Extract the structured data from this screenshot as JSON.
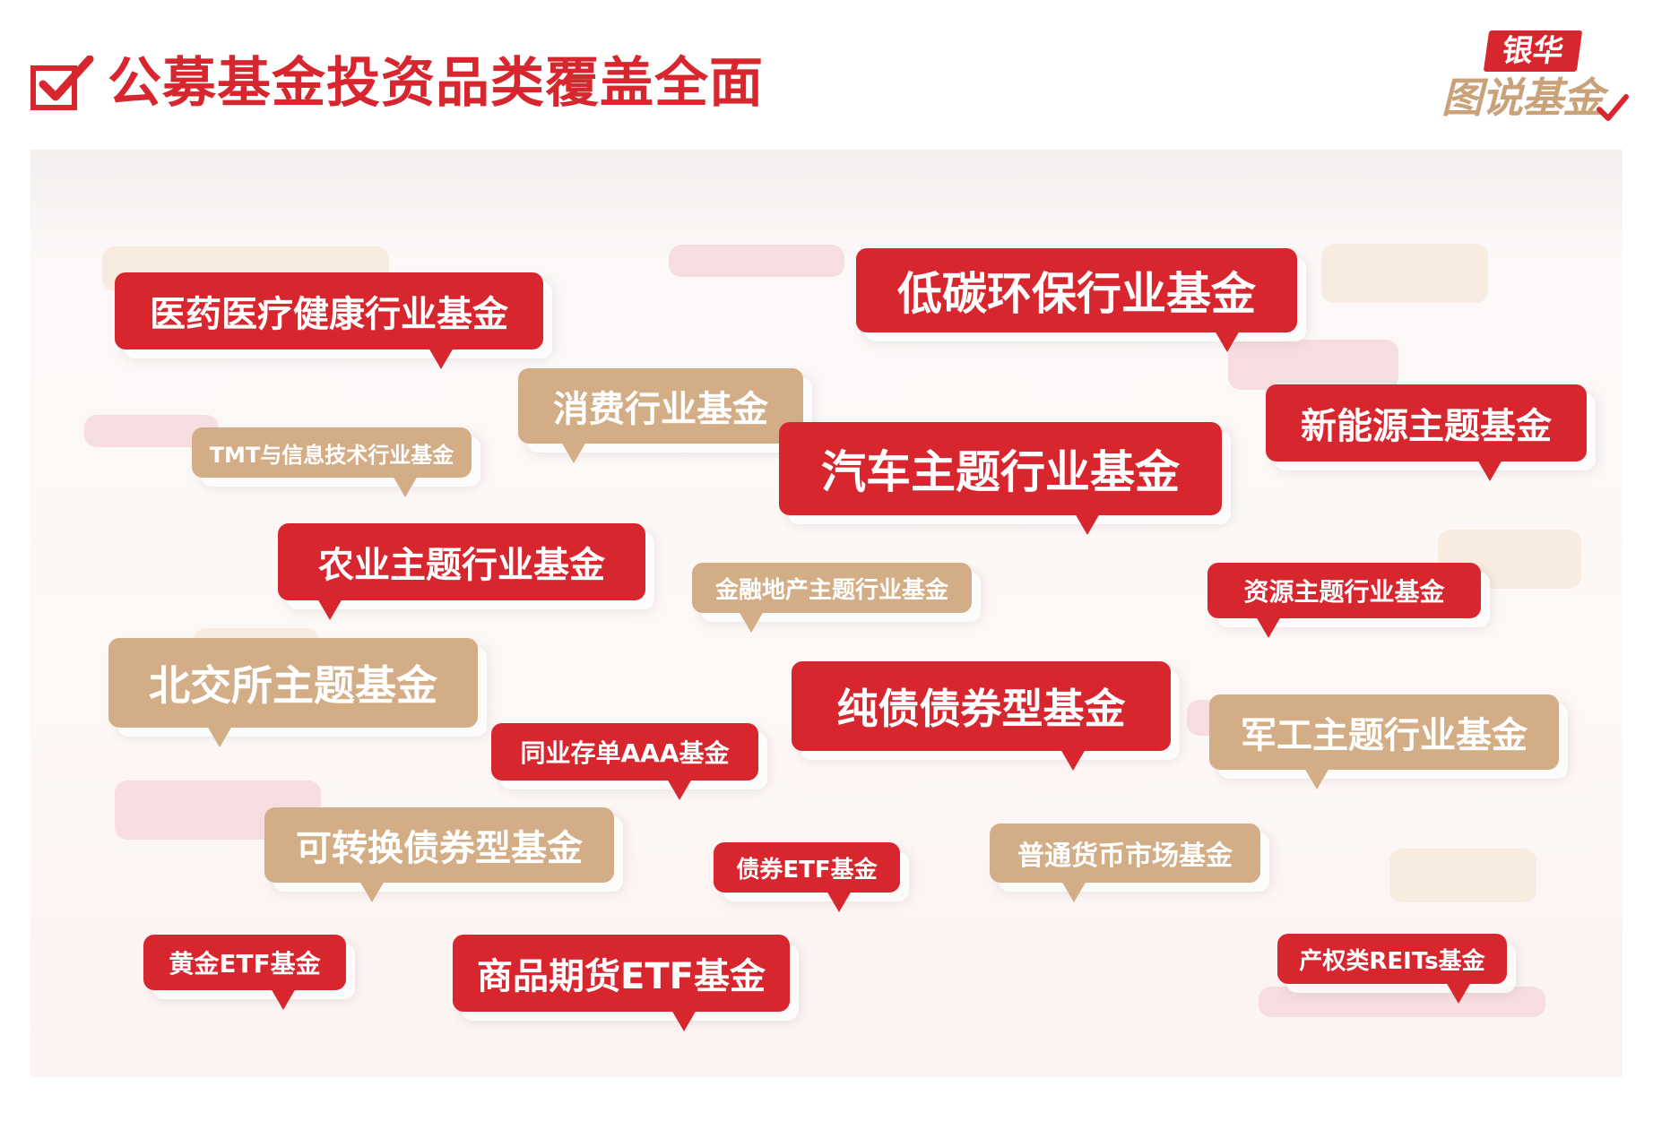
{
  "header": {
    "title": "公募基金投资品类覆盖全面",
    "logo_badge": "银华",
    "logo_text": "图说基金"
  },
  "colors": {
    "accent_red": "#d7262e",
    "tan": "#d3ad86",
    "logo_gold": "#c9a27a",
    "panel_background": "#fdf7f6"
  },
  "fund_categories": [
    {
      "label": "医药医疗健康行业基金",
      "style": "red"
    },
    {
      "label": "低碳环保行业基金",
      "style": "red"
    },
    {
      "label": "消费行业基金",
      "style": "tan"
    },
    {
      "label": "TMT与信息技术行业基金",
      "style": "tan"
    },
    {
      "label": "新能源主题基金",
      "style": "red"
    },
    {
      "label": "汽车主题行业基金",
      "style": "red"
    },
    {
      "label": "农业主题行业基金",
      "style": "red"
    },
    {
      "label": "金融地产主题行业基金",
      "style": "tan"
    },
    {
      "label": "资源主题行业基金",
      "style": "red"
    },
    {
      "label": "北交所主题基金",
      "style": "tan"
    },
    {
      "label": "纯债债券型基金",
      "style": "red"
    },
    {
      "label": "同业存单AAA基金",
      "style": "red"
    },
    {
      "label": "军工主题行业基金",
      "style": "tan"
    },
    {
      "label": "可转换债券型基金",
      "style": "tan"
    },
    {
      "label": "债券ETF基金",
      "style": "red"
    },
    {
      "label": "普通货币市场基金",
      "style": "tan"
    },
    {
      "label": "黄金ETF基金",
      "style": "red"
    },
    {
      "label": "商品期货ETF基金",
      "style": "red"
    },
    {
      "label": "产权类REITs基金",
      "style": "red"
    }
  ]
}
